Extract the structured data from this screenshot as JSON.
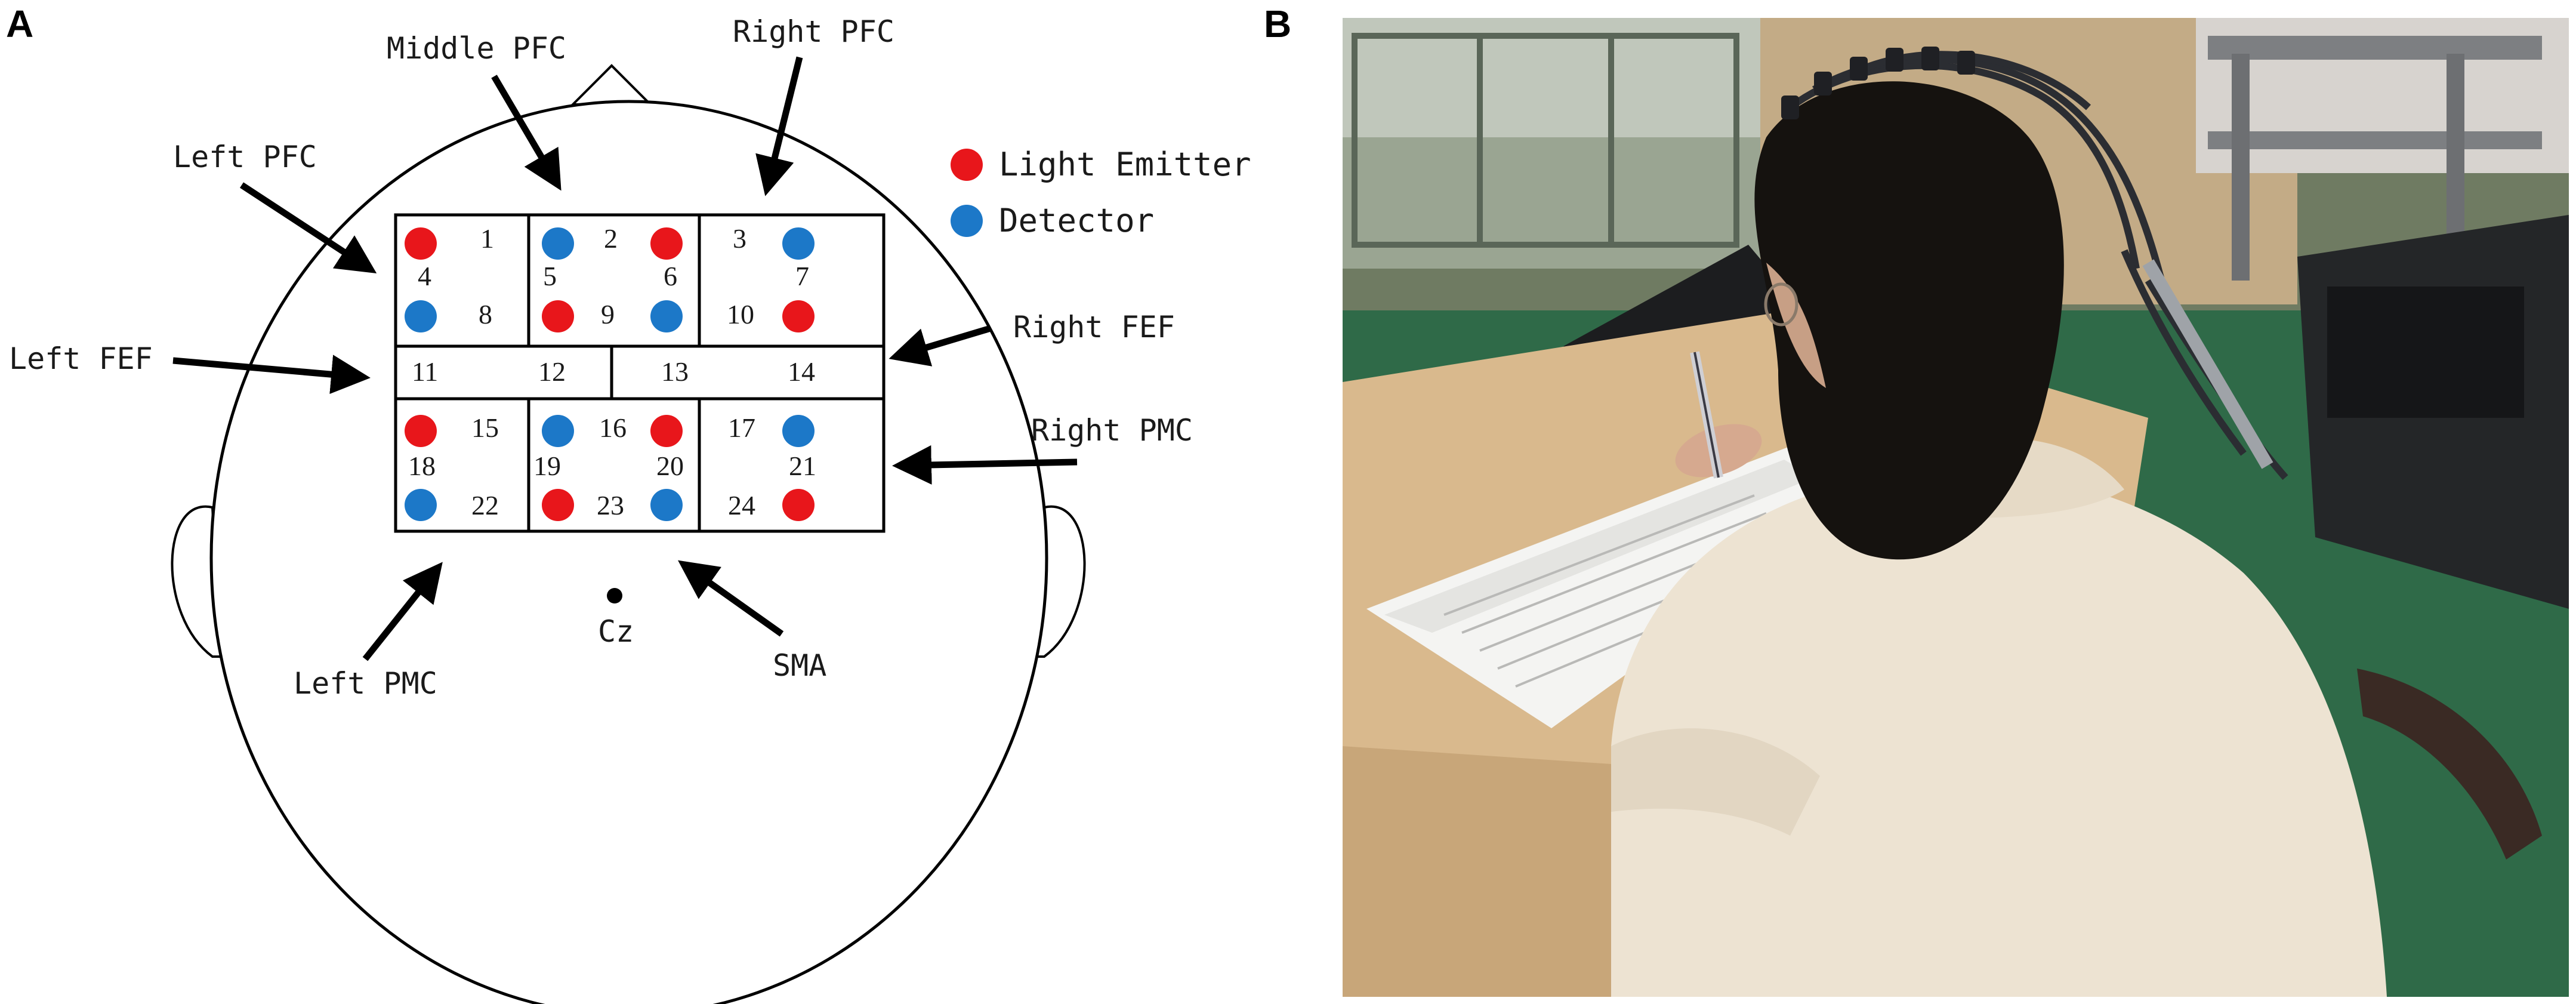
{
  "panels": {
    "a": "A",
    "b": "B"
  },
  "regions": {
    "left_pfc": "Left PFC",
    "middle_pfc": "Middle PFC",
    "right_pfc": "Right PFC",
    "left_fef": "Left FEF",
    "right_fef": "Right FEF",
    "right_pmc": "Right PMC",
    "left_pmc": "Left PMC",
    "sma": "SMA",
    "cz": "Cz"
  },
  "legend": {
    "emitter_label": "Light Emitter",
    "detector_label": "Detector",
    "emitter_color": "#e8161b",
    "detector_color": "#1c78c8"
  },
  "channels": [
    "1",
    "2",
    "3",
    "4",
    "5",
    "6",
    "7",
    "8",
    "9",
    "10",
    "11",
    "12",
    "13",
    "14",
    "15",
    "16",
    "17",
    "18",
    "19",
    "20",
    "21",
    "22",
    "23",
    "24"
  ],
  "optodes": {
    "top_row": [
      "emitter",
      "detector",
      "emitter",
      "detector"
    ],
    "upper_middle_row": [
      "detector",
      "emitter",
      "detector",
      "emitter"
    ],
    "lower_middle_row": [
      "emitter",
      "detector",
      "emitter",
      "detector"
    ],
    "bottom_row": [
      "detector",
      "emitter",
      "detector",
      "emitter"
    ]
  },
  "photo": {
    "description_icon": "photo-participant-wearing-fnirs-cap"
  }
}
